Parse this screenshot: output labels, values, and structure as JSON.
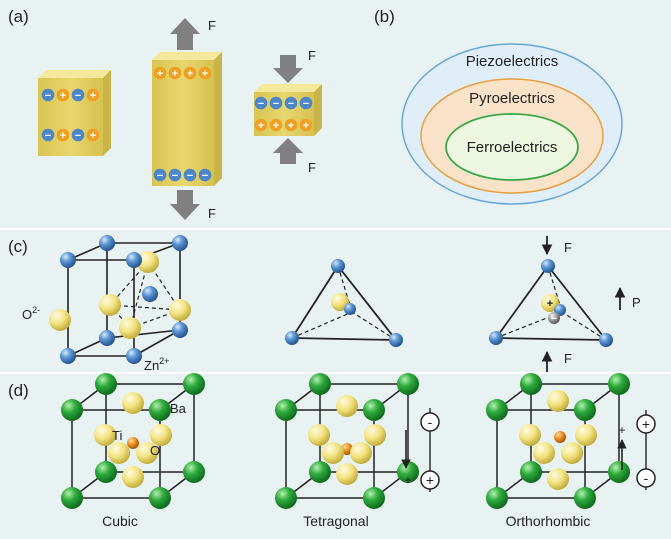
{
  "panels": {
    "a": {
      "label": "(a)",
      "force": "F",
      "plus": "+",
      "minus": "−"
    },
    "b": {
      "label": "(b)",
      "outer": "Piezoelectrics",
      "middle": "Pyroelectrics",
      "inner": "Ferroelectrics"
    },
    "c": {
      "label": "(c)",
      "oxygen": "O",
      "oxygen_charge": "2-",
      "zinc": "Zn",
      "zinc_charge": "2+",
      "force": "F",
      "polarization": "P",
      "plus": "+",
      "minus": "−"
    },
    "d": {
      "label": "(d)",
      "barium": "Ba",
      "titanium": "Ti",
      "oxygen": "O",
      "cubic": "Cubic",
      "tetragonal": "Tetragonal",
      "orthorhombic": "Orthorhombic",
      "plus": "+",
      "minus": "-"
    }
  },
  "colors": {
    "panel_bg": "#e9f2f2",
    "block": "#e3cf63",
    "block_top": "#f4e99a",
    "block_side": "#cfb94a",
    "plus_charge": "#f0a020",
    "minus_charge": "#4a86c8",
    "arrow": "#808080",
    "outer_ellipse": "#dfeef8",
    "outer_stroke": "#6aa6d8",
    "middle_ellipse": "#fbe3c9",
    "middle_stroke": "#e8a040",
    "inner_ellipse": "#eef7e0",
    "inner_stroke": "#3aa84a",
    "blue_atom": "#4a86c8",
    "yellow_atom": "#f4e88c",
    "green_atom": "#2eab3c",
    "orange_atom": "#e88a1a"
  }
}
